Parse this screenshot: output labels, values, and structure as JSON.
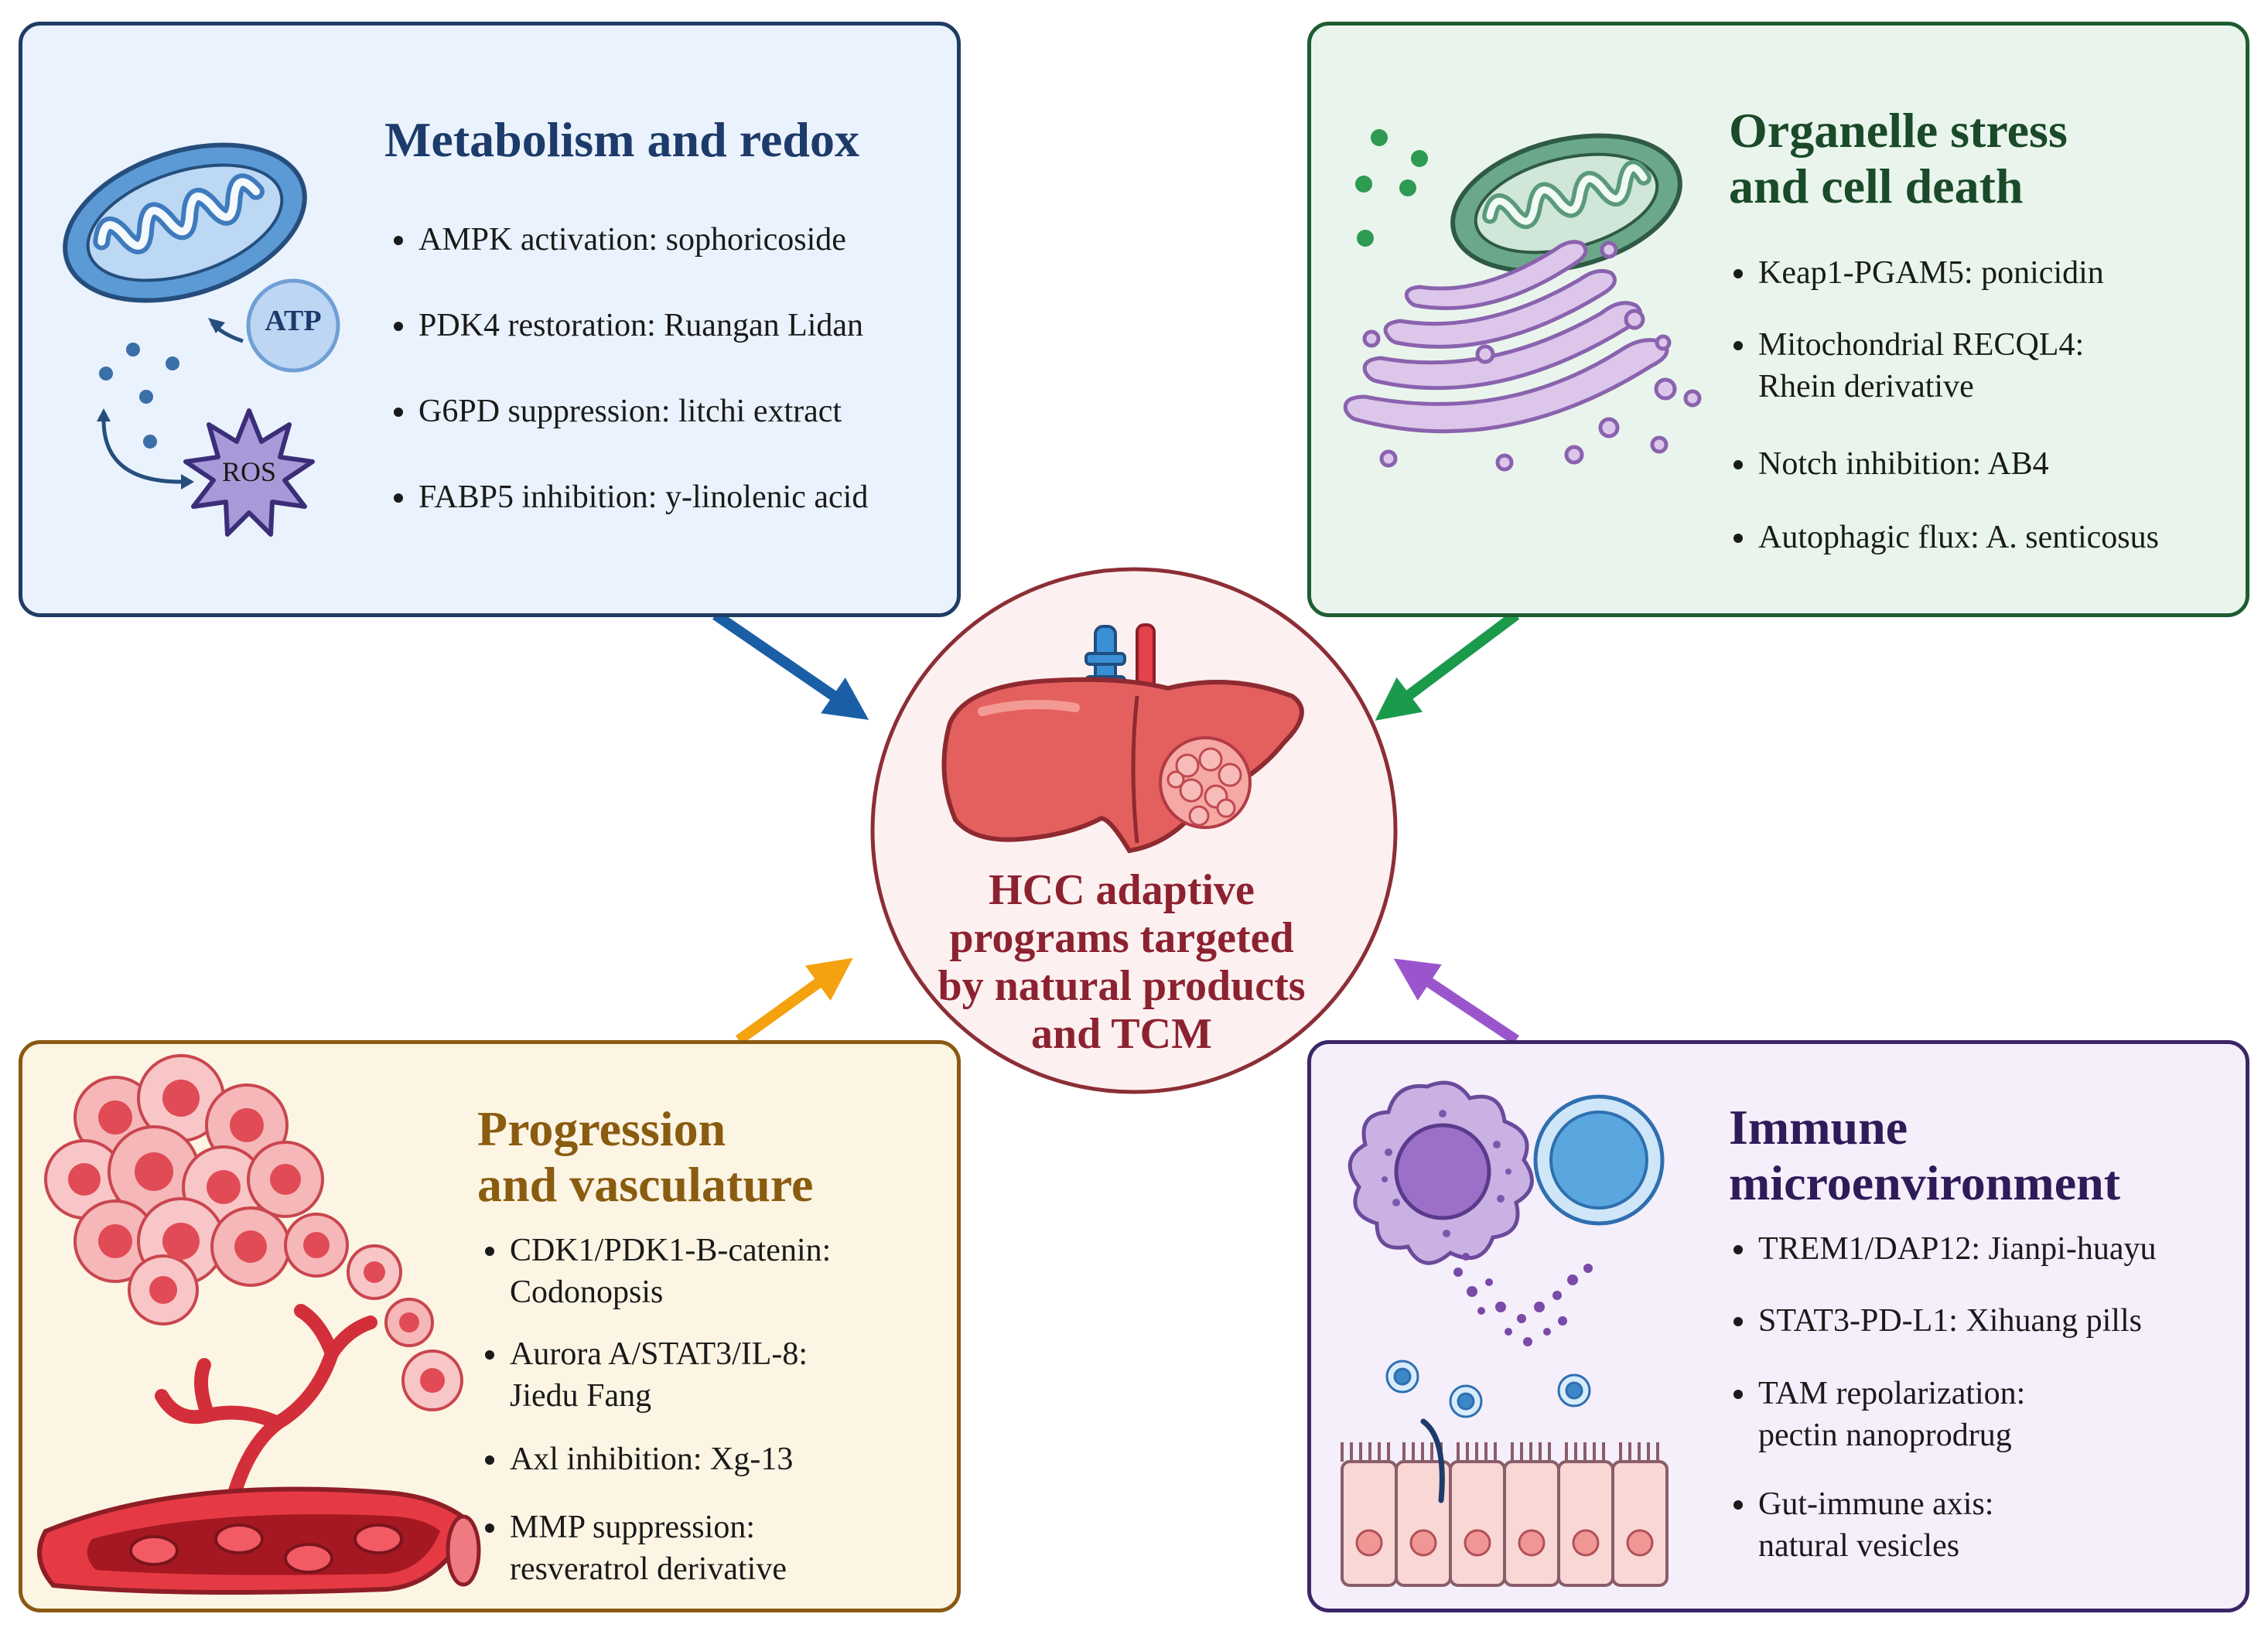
{
  "colors": {
    "metabolism_border": "#1f3c66",
    "metabolism_fill": "#eaf2fd",
    "metabolism_title": "#1d3b6a",
    "metabolism_arrow": "#1a5fa6",
    "organelle_border": "#1e5c32",
    "organelle_fill": "#e9f5ec",
    "organelle_title": "#1a4a29",
    "organelle_arrow": "#1b9a4c",
    "progression_border": "#8a5a12",
    "progression_fill": "#fdf5e4",
    "progression_title": "#8a5c10",
    "progression_arrow": "#f4a20f",
    "immune_border": "#3b2566",
    "immune_fill": "#f5eefb",
    "immune_title": "#2e1b58",
    "immune_arrow": "#9a55cc",
    "center_border": "#8c2e36",
    "center_fill": "#fdf0f0",
    "center_text": "#8c2230"
  },
  "center": {
    "lines": [
      "HCC adaptive",
      "programs targeted",
      "by natural products",
      "and TCM"
    ]
  },
  "panels": {
    "metabolism": {
      "title_lines": [
        "Metabolism and redox"
      ],
      "icon_labels": {
        "atp": "ATP",
        "ros": "ROS"
      },
      "bullets": [
        {
          "lines": [
            "AMPK activation: sophoricoside"
          ]
        },
        {
          "lines": [
            "PDK4 restoration: Ruangan Lidan"
          ]
        },
        {
          "lines": [
            "G6PD suppression: litchi extract"
          ]
        },
        {
          "lines": [
            "FABP5 inhibition: y-linolenic acid"
          ]
        }
      ]
    },
    "organelle": {
      "title_lines": [
        "Organelle stress",
        "and cell death"
      ],
      "bullets": [
        {
          "lines": [
            "Keap1-PGAM5: ponicidin"
          ]
        },
        {
          "lines": [
            "Mitochondrial RECQL4:",
            "Rhein derivative"
          ]
        },
        {
          "lines": [
            "Notch inhibition: AB4"
          ]
        },
        {
          "lines": [
            "Autophagic flux: A. senticosus"
          ]
        }
      ]
    },
    "progression": {
      "title_lines": [
        "Progression",
        "and vasculature"
      ],
      "bullets": [
        {
          "lines": [
            "CDK1/PDK1-B-catenin:",
            "Codonopsis"
          ]
        },
        {
          "lines": [
            "Aurora A/STAT3/IL-8:",
            "Jiedu Fang"
          ]
        },
        {
          "lines": [
            "Axl inhibition: Xg-13"
          ]
        },
        {
          "lines": [
            "MMP suppression:",
            "resveratrol derivative"
          ]
        }
      ]
    },
    "immune": {
      "title_lines": [
        "Immune",
        "microenvironment"
      ],
      "bullets": [
        {
          "lines": [
            "TREM1/DAP12: Jianpi-huayu"
          ]
        },
        {
          "lines": [
            "STAT3-PD-L1: Xihuang pills"
          ]
        },
        {
          "lines": [
            "TAM repolarization:",
            "pectin nanoprodrug"
          ]
        },
        {
          "lines": [
            "Gut-immune axis:",
            "natural vesicles"
          ]
        }
      ]
    }
  }
}
